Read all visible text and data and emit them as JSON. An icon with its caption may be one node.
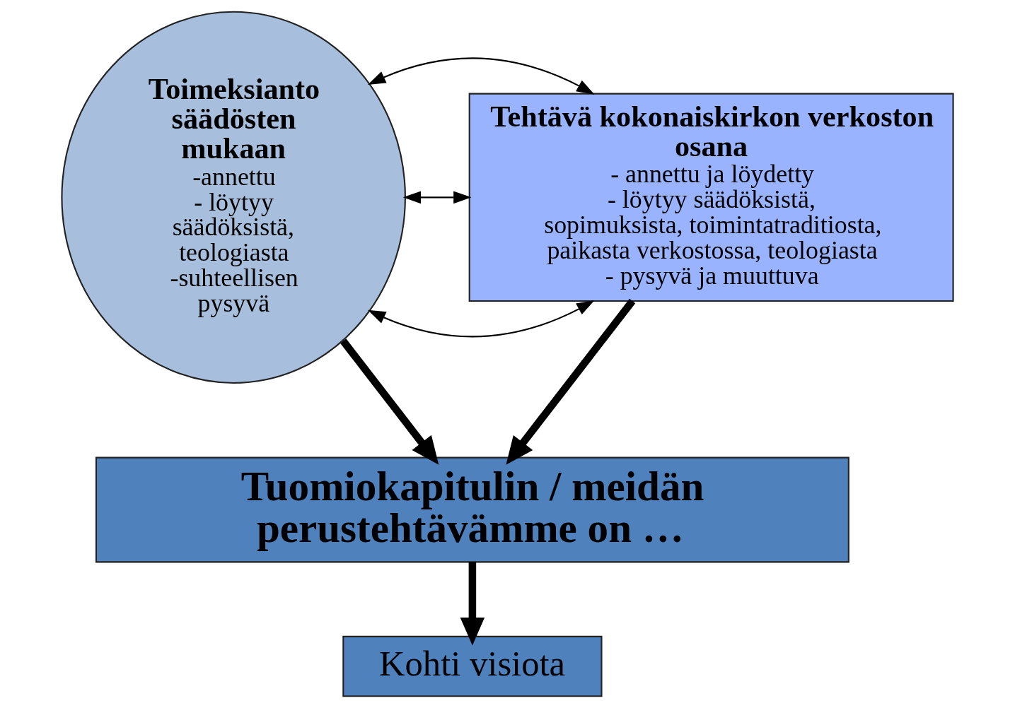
{
  "diagram": {
    "nodes": [
      {
        "text": [
          "Toimeksianto säädösten mukaan",
          "-annettu",
          "- löytyy säädöksistä, teologiasta",
          "-suhteellisen pysyvä"
        ]
      },
      {
        "text": [
          "Tehtävä kokonaiskirkon verkoston osana",
          "- annettu ja löydetty",
          "- löytyy säädöksistä, sopimuksista, toimintatraditiosta, paikasta verkostossa, teologiasta",
          "- pysyvä ja muuttuva"
        ]
      },
      {
        "text": [
          "Tuomiokapitulin / meidän perustehtävämme on …"
        ]
      },
      {
        "text": [
          "Kohti visiota"
        ]
      }
    ],
    "edges": [
      {
        "from": 0,
        "to": 1,
        "arrow": "both"
      },
      {
        "from": 0,
        "to": 1,
        "arrow": "both"
      },
      {
        "from": 0,
        "to": 1,
        "arrow": "both"
      },
      {
        "from": 0,
        "to": 2,
        "arrow": "to",
        "style": "thick"
      },
      {
        "from": 1,
        "to": 2,
        "arrow": "to",
        "style": "thick"
      },
      {
        "from": 2,
        "to": 3,
        "arrow": "to",
        "style": "thick"
      }
    ]
  }
}
